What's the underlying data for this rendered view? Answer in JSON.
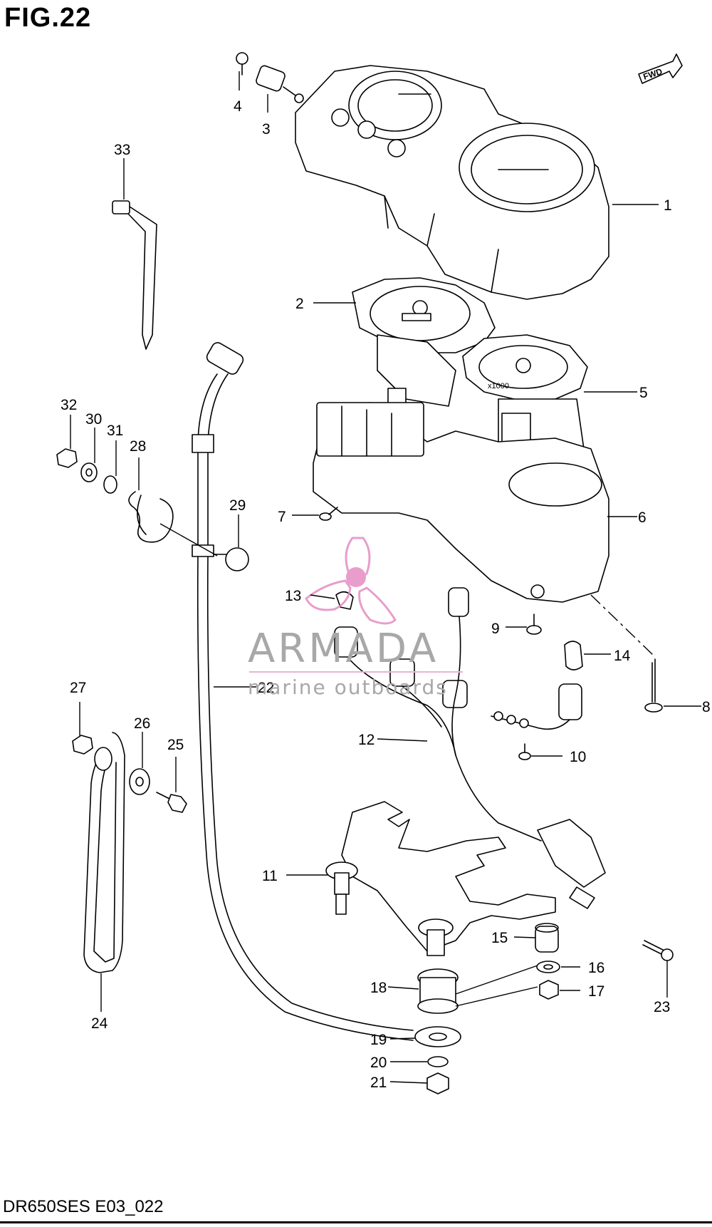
{
  "figure": {
    "title": "FIG.22",
    "footer_code": "DR650SES E03_022",
    "fwd_badge": "FWD"
  },
  "watermark": {
    "brand": "ARMADA",
    "tagline": "marine outboards",
    "accent_color": "#e48cc4"
  },
  "callouts": [
    {
      "num": "1"
    },
    {
      "num": "2"
    },
    {
      "num": "3"
    },
    {
      "num": "4"
    },
    {
      "num": "5"
    },
    {
      "num": "6"
    },
    {
      "num": "7"
    },
    {
      "num": "8"
    },
    {
      "num": "9"
    },
    {
      "num": "10"
    },
    {
      "num": "11"
    },
    {
      "num": "12"
    },
    {
      "num": "13"
    },
    {
      "num": "14"
    },
    {
      "num": "15"
    },
    {
      "num": "16"
    },
    {
      "num": "17"
    },
    {
      "num": "18"
    },
    {
      "num": "19"
    },
    {
      "num": "20"
    },
    {
      "num": "21"
    },
    {
      "num": "22"
    },
    {
      "num": "23"
    },
    {
      "num": "24"
    },
    {
      "num": "25"
    },
    {
      "num": "26"
    },
    {
      "num": "27"
    },
    {
      "num": "28"
    },
    {
      "num": "29"
    },
    {
      "num": "30"
    },
    {
      "num": "31"
    },
    {
      "num": "32"
    },
    {
      "num": "33"
    }
  ]
}
